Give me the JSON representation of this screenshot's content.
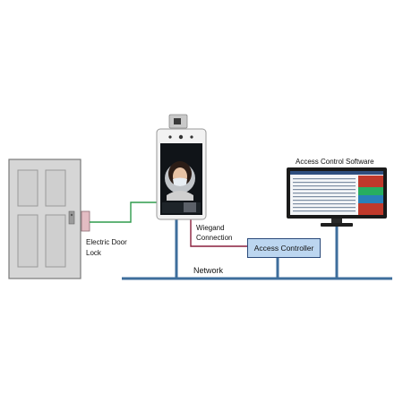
{
  "labels": {
    "electric_door_lock": [
      "Electric Door",
      "Lock"
    ],
    "wiegand_connection": [
      "Wiegand",
      "Connection"
    ],
    "access_controller": "Access Controller",
    "network": "Network",
    "access_control_software": "Access Control Software"
  },
  "colors": {
    "network_line": "#3e6e9c",
    "wiegand_line": "#8a1f3d",
    "lock_line": "#2e9b4c",
    "controller_fill": "#bcd6f0",
    "controller_border": "#2b4a7a",
    "door_fill": "#d8d8d8",
    "door_border": "#7a7a7a"
  }
}
